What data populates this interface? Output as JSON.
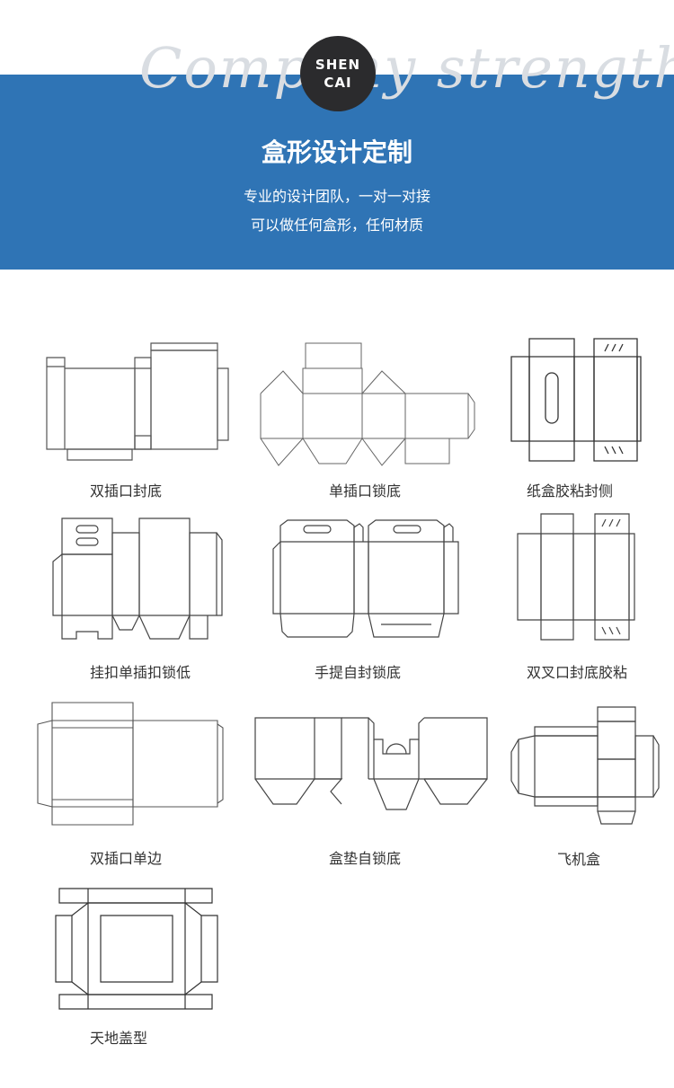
{
  "header": {
    "script_text": "Company strength",
    "logo": {
      "line1": "SHEN",
      "line2": "CAI"
    },
    "title": "盒形设计定制",
    "subtitle_line1": "专业的设计团队，一对一对接",
    "subtitle_line2": "可以做任何盒形，任何材质"
  },
  "colors": {
    "banner": "#2f74b5",
    "logo_bg": "#2b2b2d",
    "line": "#555555"
  },
  "box_types": [
    {
      "label": "双插口封底",
      "icon": "double-tuck-box-dieline-icon"
    },
    {
      "label": "单插口锁底",
      "icon": "tuck-lock-bottom-dieline-icon"
    },
    {
      "label": "纸盒胶粘封侧",
      "icon": "glued-side-box-dieline-icon"
    },
    {
      "label": "挂扣单插扣锁低",
      "icon": "hanger-tuck-box-dieline-icon"
    },
    {
      "label": "手提自封锁底",
      "icon": "handle-box-dieline-icon"
    },
    {
      "label": "双叉口封底胶粘",
      "icon": "double-fork-glued-box-dieline-icon"
    },
    {
      "label": "双插口单边",
      "icon": "double-tuck-single-side-dieline-icon"
    },
    {
      "label": "盒垫自锁底",
      "icon": "box-pad-lock-bottom-dieline-icon"
    },
    {
      "label": "飞机盒",
      "icon": "mailer-box-dieline-icon"
    },
    {
      "label": "天地盖型",
      "icon": "lid-base-box-dieline-icon"
    }
  ]
}
